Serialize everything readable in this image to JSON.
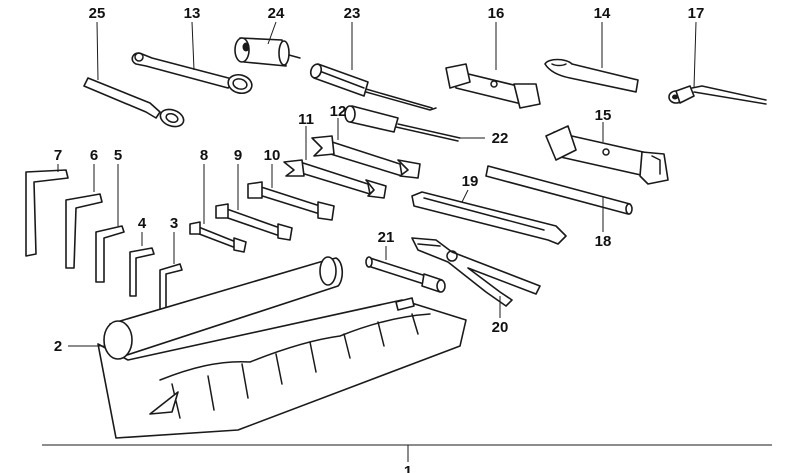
{
  "diagram": {
    "callouts": [
      "25",
      "13",
      "24",
      "23",
      "16",
      "14",
      "17",
      "12",
      "11",
      "22",
      "15",
      "7",
      "6",
      "5",
      "8",
      "9",
      "10",
      "4",
      "3",
      "19",
      "18",
      "21",
      "2",
      "20",
      "1"
    ],
    "parts": [
      "combination-wrench",
      "ring-wrench",
      "socket-adapter",
      "screwdriver",
      "box-socket-wrench",
      "hook-wrench",
      "hex-key-socket-driver",
      "small-screwdriver",
      "open-end-wrench",
      "screwdriver-blade-pointer",
      "large-box-socket-wrench",
      "hex-key",
      "small-open-end-wrench",
      "tommy-bar",
      "tire-lever",
      "extension-bar",
      "pliers",
      "tool-roll"
    ]
  }
}
